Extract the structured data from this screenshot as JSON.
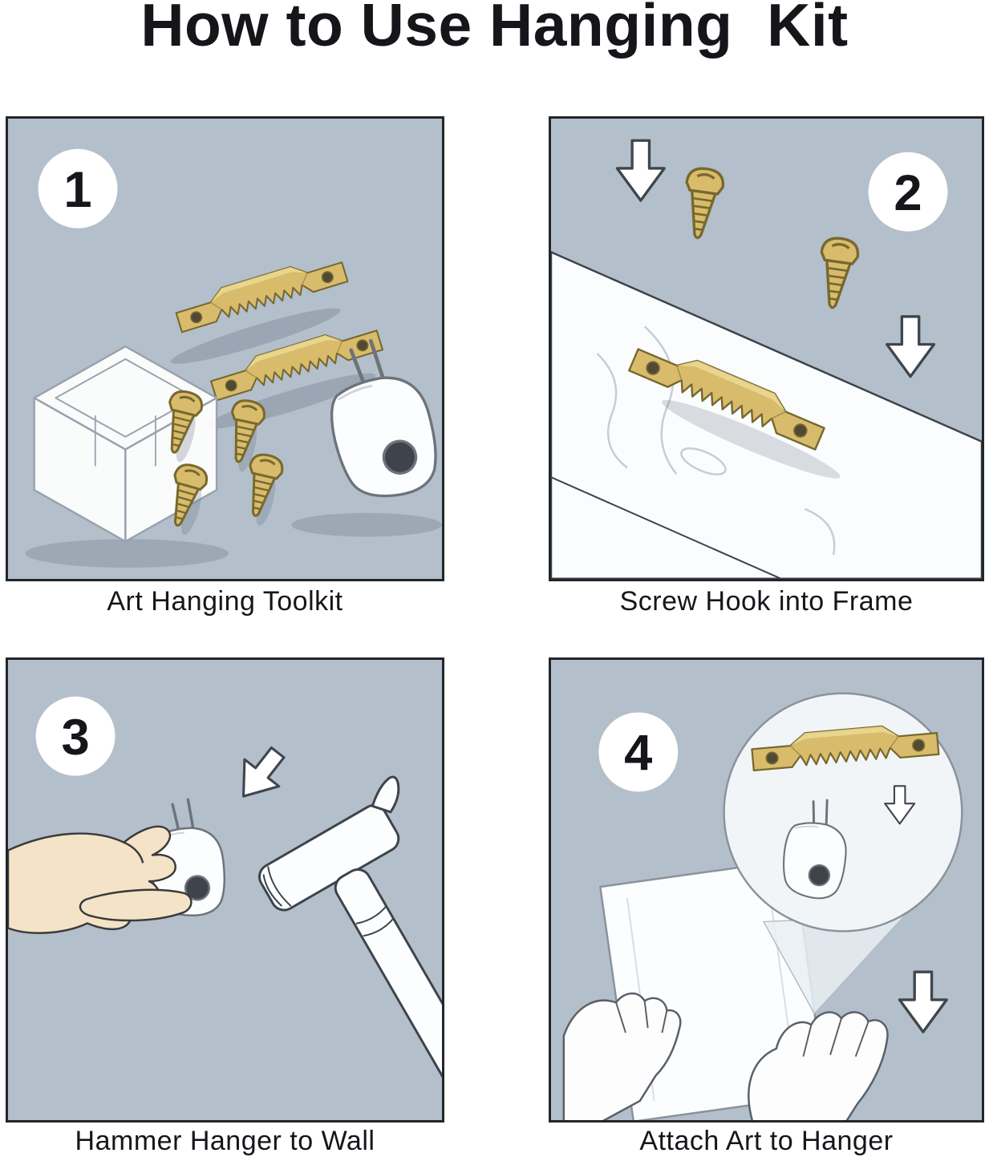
{
  "title": "How to Use Hanging  Kit",
  "panels": [
    {
      "number": "1",
      "caption": "Art Hanging Toolkit"
    },
    {
      "number": "2",
      "caption": "Screw Hook into Frame"
    },
    {
      "number": "3",
      "caption": "Hammer Hanger to Wall"
    },
    {
      "number": "4",
      "caption": "Attach Art to Hanger"
    }
  ],
  "colors": {
    "panel_background": "#b3bfca",
    "panel_border": "#22262b",
    "brass": "#d8bc6b",
    "brass_outline": "#77682f",
    "line_art": "#3d434b",
    "text": "#14161a",
    "badge_background": "#ffffff"
  }
}
